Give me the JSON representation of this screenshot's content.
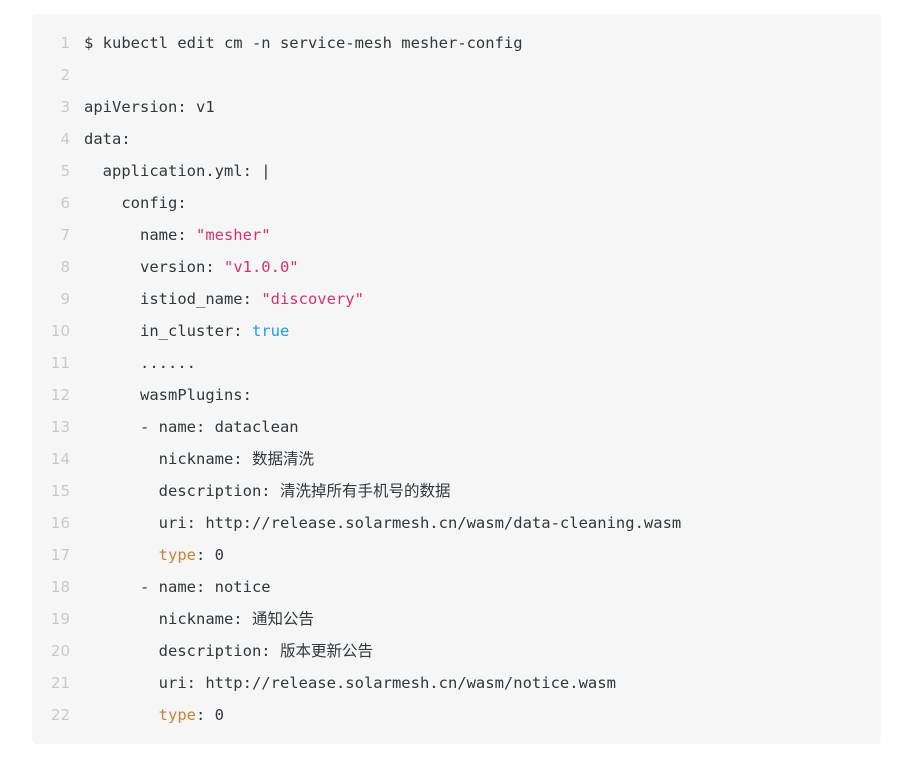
{
  "code_block": {
    "language": "yaml",
    "background_color": "#f6f6f6",
    "line_number_color": "#c8c8cc",
    "default_text_color": "#32373c",
    "string_color": "#d6336c",
    "boolean_color": "#1f9cf0",
    "highlight_key_color": "#c1863c",
    "first_line_number": 1,
    "last_line_number": 22,
    "lines": [
      {
        "number": "1",
        "text": "$ kubectl edit cm -n service-mesh mesher-config",
        "segments": [
          {
            "t": "$ kubectl edit cm -n service-mesh mesher-config",
            "c": "plain"
          }
        ]
      },
      {
        "number": "2",
        "text": "",
        "segments": []
      },
      {
        "number": "3",
        "text": "apiVersion: v1",
        "segments": [
          {
            "t": "apiVersion: v1",
            "c": "plain"
          }
        ]
      },
      {
        "number": "4",
        "text": "data:",
        "segments": [
          {
            "t": "data:",
            "c": "plain"
          }
        ]
      },
      {
        "number": "5",
        "text": "  application.yml: |",
        "segments": [
          {
            "t": "  application.yml: |",
            "c": "plain"
          }
        ]
      },
      {
        "number": "6",
        "text": "    config:",
        "segments": [
          {
            "t": "    config:",
            "c": "plain"
          }
        ]
      },
      {
        "number": "7",
        "text": "      name: \"mesher\"",
        "segments": [
          {
            "t": "      name: ",
            "c": "plain"
          },
          {
            "t": "\"mesher\"",
            "c": "str"
          }
        ]
      },
      {
        "number": "8",
        "text": "      version: \"v1.0.0\"",
        "segments": [
          {
            "t": "      version: ",
            "c": "plain"
          },
          {
            "t": "\"v1.0.0\"",
            "c": "str"
          }
        ]
      },
      {
        "number": "9",
        "text": "      istiod_name: \"discovery\"",
        "segments": [
          {
            "t": "      istiod_name: ",
            "c": "plain"
          },
          {
            "t": "\"discovery\"",
            "c": "str"
          }
        ]
      },
      {
        "number": "10",
        "text": "      in_cluster: true",
        "segments": [
          {
            "t": "      in_cluster: ",
            "c": "plain"
          },
          {
            "t": "true",
            "c": "bool"
          }
        ]
      },
      {
        "number": "11",
        "text": "      ......",
        "segments": [
          {
            "t": "      ......",
            "c": "plain"
          }
        ]
      },
      {
        "number": "12",
        "text": "      wasmPlugins:",
        "segments": [
          {
            "t": "      wasmPlugins:",
            "c": "plain"
          }
        ]
      },
      {
        "number": "13",
        "text": "      - name: dataclean",
        "segments": [
          {
            "t": "      - name: dataclean",
            "c": "plain"
          }
        ]
      },
      {
        "number": "14",
        "text": "        nickname: 数据清洗",
        "segments": [
          {
            "t": "        nickname: 数据清洗",
            "c": "plain"
          }
        ]
      },
      {
        "number": "15",
        "text": "        description: 清洗掉所有手机号的数据",
        "segments": [
          {
            "t": "        description: 清洗掉所有手机号的数据",
            "c": "plain"
          }
        ]
      },
      {
        "number": "16",
        "text": "        uri: http://release.solarmesh.cn/wasm/data-cleaning.wasm",
        "segments": [
          {
            "t": "        uri: http://release.solarmesh.cn/wasm/data-cleaning.wasm",
            "c": "plain"
          }
        ]
      },
      {
        "number": "17",
        "text": "        type: 0",
        "segments": [
          {
            "t": "        ",
            "c": "plain"
          },
          {
            "t": "type",
            "c": "key-h"
          },
          {
            "t": ": 0",
            "c": "plain"
          }
        ]
      },
      {
        "number": "18",
        "text": "      - name: notice",
        "segments": [
          {
            "t": "      - name: notice",
            "c": "plain"
          }
        ]
      },
      {
        "number": "19",
        "text": "        nickname: 通知公告",
        "segments": [
          {
            "t": "        nickname: 通知公告",
            "c": "plain"
          }
        ]
      },
      {
        "number": "20",
        "text": "        description: 版本更新公告",
        "segments": [
          {
            "t": "        description: 版本更新公告",
            "c": "plain"
          }
        ]
      },
      {
        "number": "21",
        "text": "        uri: http://release.solarmesh.cn/wasm/notice.wasm",
        "segments": [
          {
            "t": "        uri: http://release.solarmesh.cn/wasm/notice.wasm",
            "c": "plain"
          }
        ]
      },
      {
        "number": "22",
        "text": "        type: 0",
        "segments": [
          {
            "t": "        ",
            "c": "plain"
          },
          {
            "t": "type",
            "c": "key-h"
          },
          {
            "t": ": 0",
            "c": "plain"
          }
        ]
      }
    ]
  }
}
